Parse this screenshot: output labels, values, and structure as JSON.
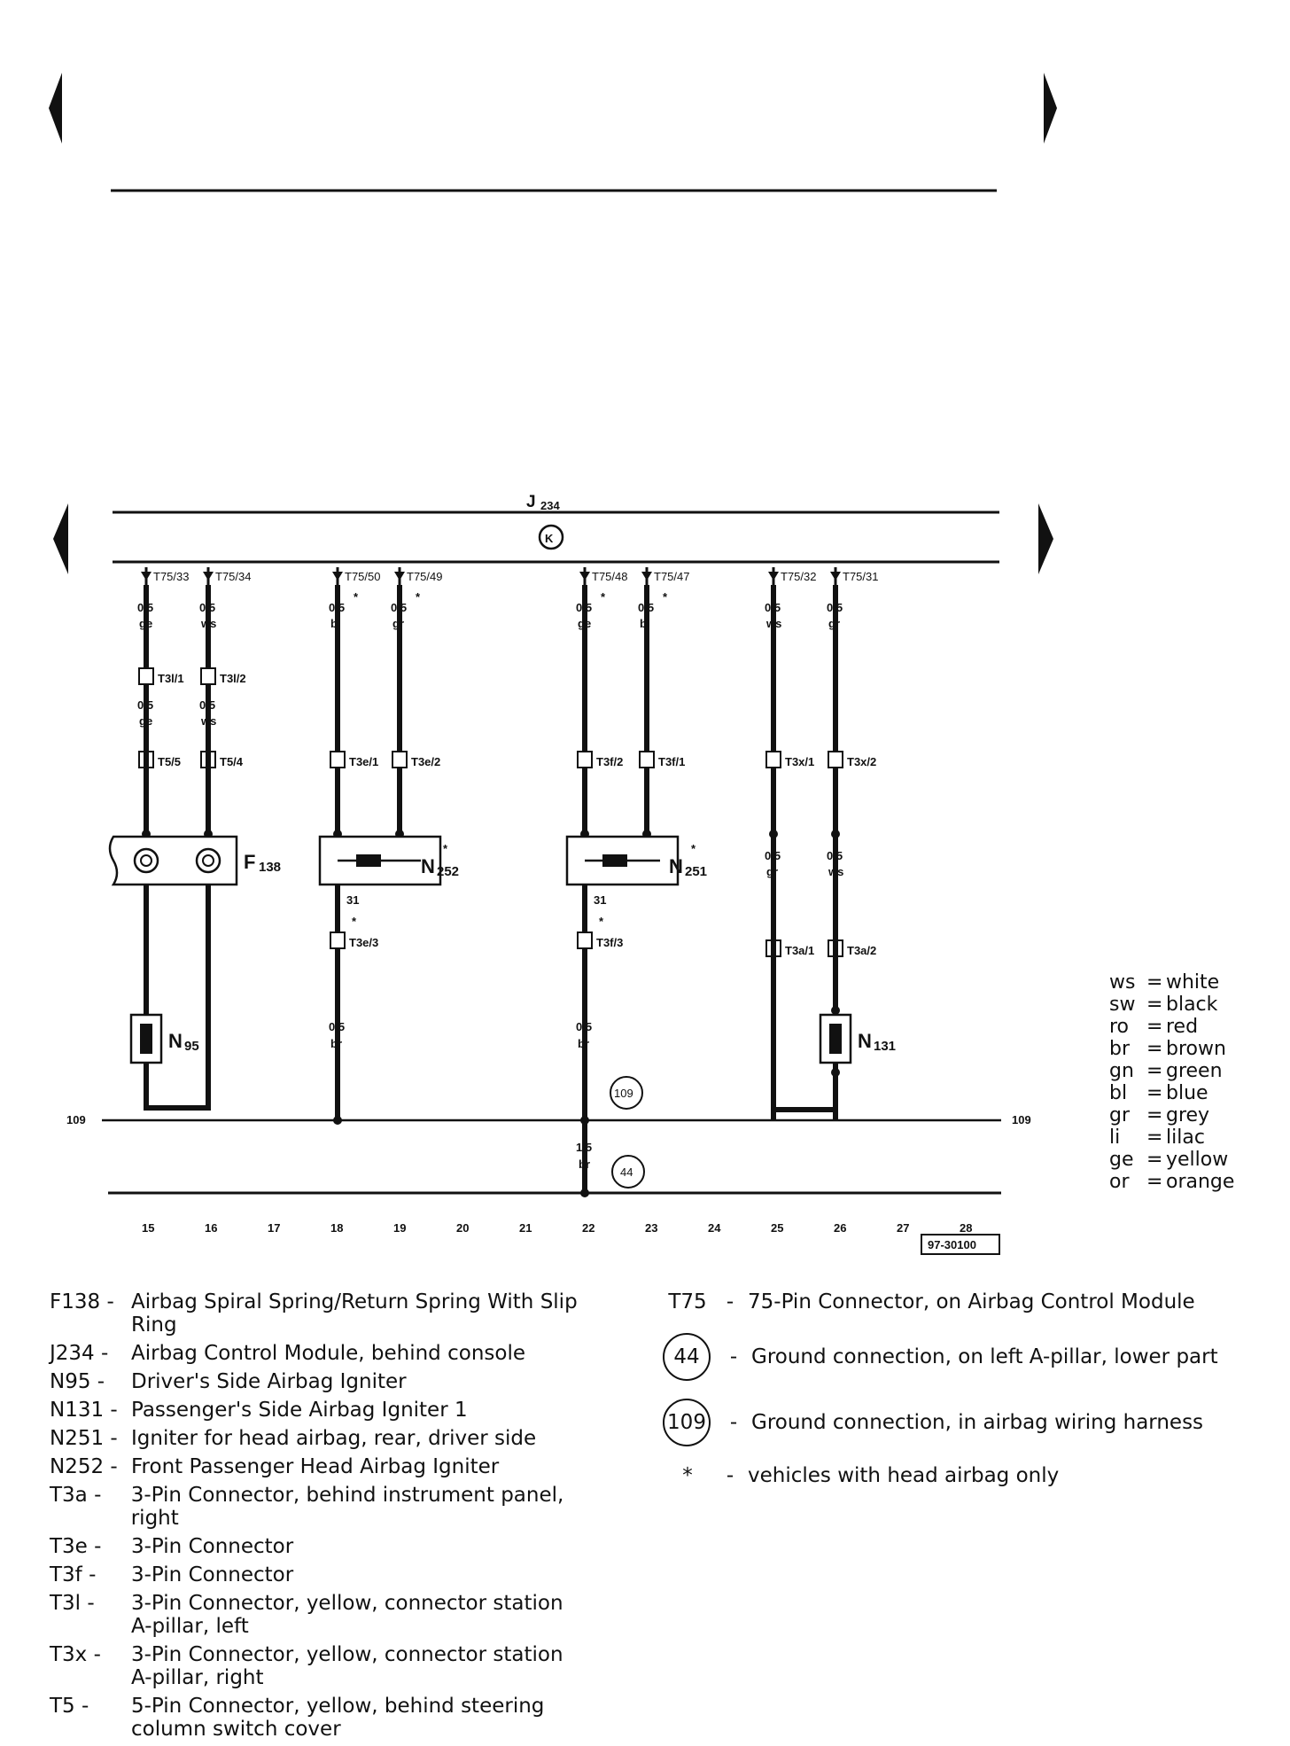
{
  "nav": {
    "prev_label": "previous page",
    "next_label": "next page"
  },
  "module": {
    "name": "J",
    "sub": "234",
    "terminal_symbol": "K"
  },
  "wires": [
    {
      "pin_top": "T75/33",
      "top_size": "0,5",
      "top_color": "ge",
      "conn1": "T3l/1",
      "mid_size": "0,5",
      "mid_color": "ge",
      "conn2": "T5/5"
    },
    {
      "pin_top": "T75/34",
      "top_size": "0,5",
      "top_color": "ws",
      "conn1": "T3l/2",
      "mid_size": "0,5",
      "mid_color": "ws",
      "conn2": "T5/4"
    },
    {
      "pin_top": "T75/50",
      "top_size": "0,5",
      "top_color": "bl",
      "conn1": "T3e/1"
    },
    {
      "pin_top": "T75/49",
      "top_size": "0,5",
      "top_color": "gr",
      "conn1": "T3e/2"
    },
    {
      "pin_top": "T75/48",
      "top_size": "0,5",
      "top_color": "ge",
      "conn1": "T3f/2"
    },
    {
      "pin_top": "T75/47",
      "top_size": "0,5",
      "top_color": "bl",
      "conn1": "T3f/1"
    },
    {
      "pin_top": "T75/32",
      "top_size": "0,5",
      "top_color": "ws",
      "conn1": "T3x/1",
      "mid_size": "0,5",
      "mid_color": "gr",
      "conn2": "T3a/1"
    },
    {
      "pin_top": "T75/31",
      "top_size": "0,5",
      "top_color": "gr",
      "conn1": "T3x/2",
      "mid_size": "0,5",
      "mid_color": "ws",
      "conn2": "T3a/2"
    }
  ],
  "components": {
    "f138": {
      "name": "F",
      "sub": "138"
    },
    "n252": {
      "name": "N",
      "sub": "252",
      "star": "*",
      "pin": "31",
      "conn": "T3e/3",
      "size": "0,5",
      "color": "br"
    },
    "n251": {
      "name": "N",
      "sub": "251",
      "star": "*",
      "pin": "31",
      "conn": "T3f/3",
      "size": "0,5",
      "color": "br"
    },
    "n95": {
      "name": "N",
      "sub": "95"
    },
    "n131": {
      "name": "N",
      "sub": "131"
    }
  },
  "ground": {
    "rail_left": "109",
    "rail_right": "109",
    "circle_109": "109",
    "circle_44": "44",
    "lower_size": "1,5",
    "lower_color": "br"
  },
  "star": "*",
  "columns": [
    "15",
    "16",
    "17",
    "18",
    "19",
    "20",
    "21",
    "22",
    "23",
    "24",
    "25",
    "26",
    "27",
    "28"
  ],
  "figure_id": "97-30100",
  "color_codes": [
    {
      "code": "ws",
      "name": "white"
    },
    {
      "code": "sw",
      "name": "black"
    },
    {
      "code": "ro",
      "name": "red"
    },
    {
      "code": "br",
      "name": "brown"
    },
    {
      "code": "gn",
      "name": "green"
    },
    {
      "code": "bl",
      "name": "blue"
    },
    {
      "code": "gr",
      "name": "grey"
    },
    {
      "code": "li",
      "name": "lilac"
    },
    {
      "code": "ge",
      "name": "yellow"
    },
    {
      "code": "or",
      "name": "orange"
    }
  ],
  "legend_left": [
    {
      "code": "F138 -",
      "desc": "Airbag Spiral Spring/Return Spring With Slip",
      "desc2": "Ring"
    },
    {
      "code": "J234 -",
      "desc": "Airbag Control Module, behind console"
    },
    {
      "code": "N95  -",
      "desc": "Driver's Side Airbag Igniter"
    },
    {
      "code": "N131 -",
      "desc": "Passenger's Side Airbag Igniter 1"
    },
    {
      "code": "N251 -",
      "desc": "Igniter for head airbag, rear, driver side"
    },
    {
      "code": "N252 -",
      "desc": "Front Passenger Head Airbag Igniter"
    },
    {
      "code": "T3a  -",
      "desc": "3-Pin Connector, behind instrument panel, right"
    },
    {
      "code": "T3e  -",
      "desc": "3-Pin Connector"
    },
    {
      "code": "T3f  -",
      "desc": "3-Pin Connector"
    },
    {
      "code": "T3l  -",
      "desc": "3-Pin Connector, yellow, connector station",
      "desc2": "A-pillar, left"
    },
    {
      "code": "T3x  -",
      "desc": "3-Pin Connector, yellow, connector station",
      "desc2": "A-pillar, right"
    },
    {
      "code": "T5   -",
      "desc": "5-Pin Connector, yellow, behind steering",
      "desc2": "column switch cover"
    }
  ],
  "legend_right": [
    {
      "code": "T75",
      "dash": "-",
      "desc": "75-Pin Connector, on Airbag Control Module"
    },
    {
      "code": "44",
      "dash": "-",
      "desc": "Ground connection, on left A-pillar, lower part"
    },
    {
      "code": "109",
      "dash": "-",
      "desc": "Ground connection, in airbag wiring harness"
    },
    {
      "code": "*",
      "dash": "-",
      "desc": "vehicles with head airbag only"
    }
  ]
}
